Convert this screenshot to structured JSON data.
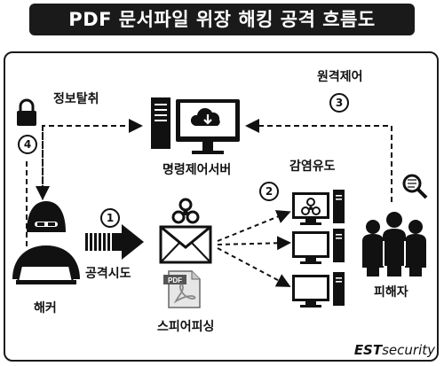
{
  "title": "PDF 문서파일 위장 해킹 공격 흐름도",
  "labels": {
    "info_theft": "정보탈취",
    "remote_control": "원격제어",
    "c2_server": "명령제어서버",
    "infection": "감염유도",
    "hacker": "해커",
    "attack_attempt": "공격시도",
    "spear_phishing": "스피어피싱",
    "victim": "피해자",
    "pdf_tag": "PDF"
  },
  "steps": [
    "1",
    "2",
    "3",
    "4"
  ],
  "brand": {
    "prefix": "EST",
    "suffix": "security"
  },
  "colors": {
    "dark": "#1a1a1a",
    "background": "#ffffff",
    "gray": "#9a9a9a"
  },
  "icons": [
    "lock-icon",
    "server-tower-icon",
    "cloud-download-monitor-icon",
    "biohazard-icon",
    "envelope-icon",
    "pdf-file-icon",
    "computer-icon",
    "hacker-icon",
    "victim-group-icon",
    "magnifier-icon",
    "arrow-icon"
  ]
}
